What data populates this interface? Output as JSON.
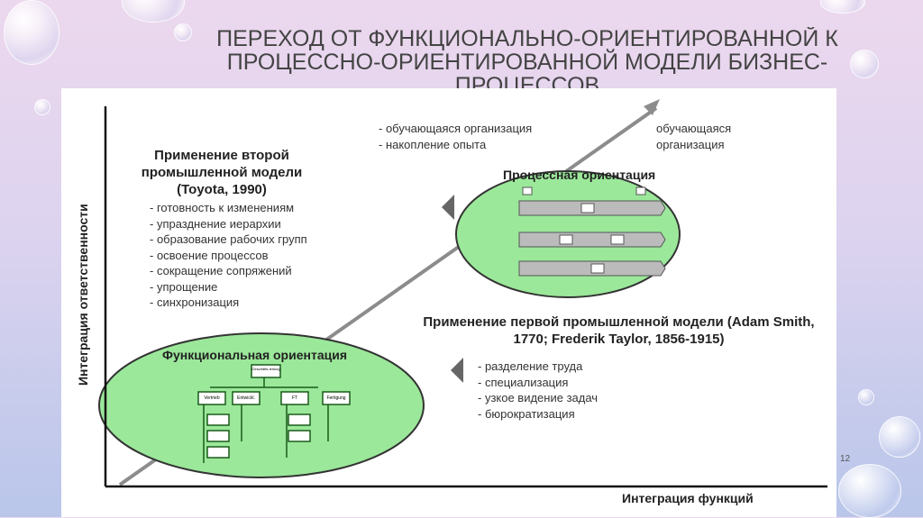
{
  "slide": {
    "title": "Переход от функционально-ориентированной к процессно-ориентированной модели бизнес-процессов",
    "page_number": "12"
  },
  "diagram": {
    "y_axis_label": "Интеграция ответственности",
    "x_axis_label": "Интеграция функций",
    "top_list": [
      "- обучающаяся организация",
      "- накопление опыта"
    ],
    "top_right_label": "обучающаяся организация",
    "second_model": {
      "title": "Применение второй промышленной модели (Toyota, 1990)",
      "items": [
        "- готовность к изменениям",
        "- упразднение иерархии",
        "- образование рабочих групп",
        "- освоение процессов",
        "- сокращение сопряжений",
        "- упрощение",
        "- синхронизация"
      ]
    },
    "first_model": {
      "title": "Применение первой промышленной модели (Adam Smith, 1770; Frederik Taylor, 1856-1915)",
      "items": [
        "- разделение труда",
        "- специализация",
        "- узкое видение задач",
        "- бюрократизация"
      ]
    },
    "process_ellipse": {
      "title": "Процессная ориентация"
    },
    "functional_ellipse": {
      "title": "Функциональная ориентация",
      "root": "Geschäfts-leitung",
      "departments": [
        "Vertrieb",
        "Entwickl.",
        "FT",
        "Fertigung"
      ]
    }
  },
  "colors": {
    "ellipse": "#9be89a",
    "arrow": "#8c8c8c"
  }
}
